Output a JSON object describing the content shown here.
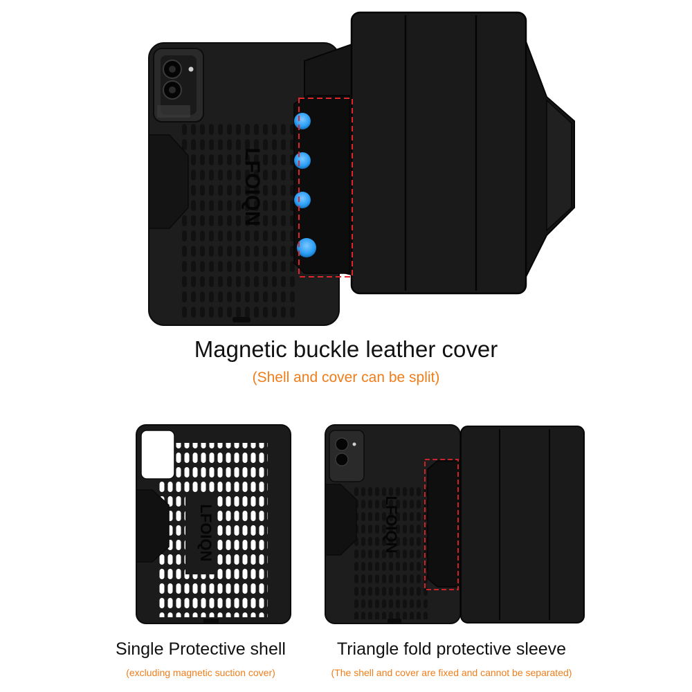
{
  "brand_mark": "LFOIQN",
  "colors": {
    "accent": "#f07d1a",
    "magnet": "#2a9df4",
    "dashed": "#e0262b",
    "product": "#1b1b1b"
  },
  "hero": {
    "title": "Magnetic buckle leather cover",
    "subtitle": "(Shell and cover can be split)"
  },
  "left_panel": {
    "title": "Single Protective shell",
    "subtitle": "(excluding magnetic suction cover)"
  },
  "right_panel": {
    "title": "Triangle fold protective sleeve",
    "subtitle": "(The shell and cover are fixed and cannot be separated)"
  }
}
